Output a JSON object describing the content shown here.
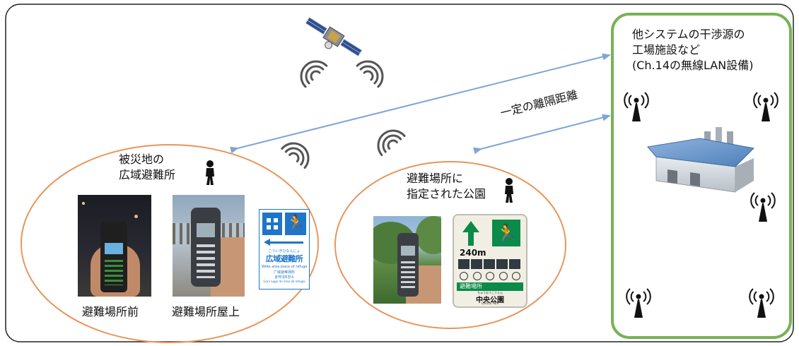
{
  "factory_label": [
    "他システムの干渉源の",
    "工場施設など",
    "(Ch.14の無線LAN設備)"
  ],
  "distance_label": "一定の離隔距離",
  "wide_area_label": [
    "被災地の",
    "広域避難所"
  ],
  "park_label": [
    "避難場所に",
    "指定された公園"
  ],
  "photo_captions": [
    "避難場所前",
    "避難場所屋上"
  ],
  "sign_wide": {
    "title": "広域避難所",
    "kana": "こういきひなんじょ",
    "english": "Wide area place of refuge",
    "chinese": "广域避难场所",
    "korean": "광역대피장소",
    "spanish": "Gran lugar de área de refugio"
  },
  "sign_park": {
    "distance": "240m",
    "category": "避難場所",
    "name": "中央公園",
    "name_kana": "ちゅうおうこうえん",
    "name_en": "Central Park"
  },
  "colors": {
    "factory_frame": "#77b255",
    "area_ellipse": "#e8955a",
    "link_arrow": "#7ea6d6",
    "sign_blue": "#1f75c8",
    "sign_green": "#0b8a4a"
  },
  "icons": [
    "satellite-icon",
    "wifi-signal-icon",
    "antenna-tower-icon",
    "pedestrian-icon",
    "factory-building-icon"
  ]
}
